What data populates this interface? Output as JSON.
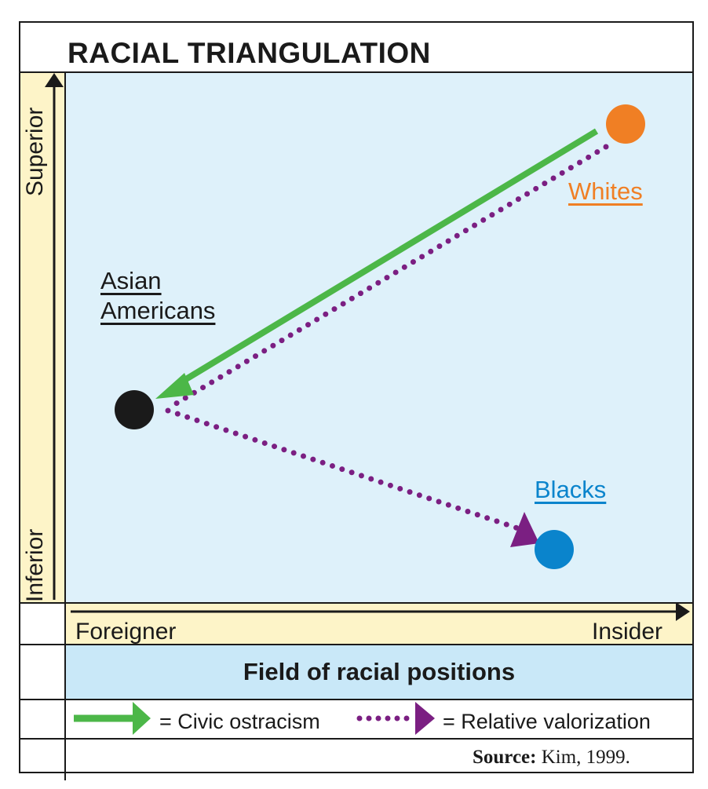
{
  "title": "RACIAL TRIANGULATION",
  "axes": {
    "y_high": "Superior",
    "y_low": "Inferior",
    "x_low": "Foreigner",
    "x_high": "Insider"
  },
  "groups": {
    "asian": {
      "label_line1": "Asian",
      "label_line2": "Americans",
      "color": "#1a1a1a"
    },
    "whites": {
      "label": "Whites",
      "color": "#f07f24"
    },
    "blacks": {
      "label": "Blacks",
      "color": "#0a84cc"
    }
  },
  "field_label": "Field of racial positions",
  "legend": {
    "civic": {
      "label": "= Civic ostracism",
      "color": "#4cb748"
    },
    "valor": {
      "label": "= Relative valorization",
      "color": "#7b1f82"
    }
  },
  "source": {
    "prefix": "Source:",
    "text": "Kim, 1999."
  }
}
